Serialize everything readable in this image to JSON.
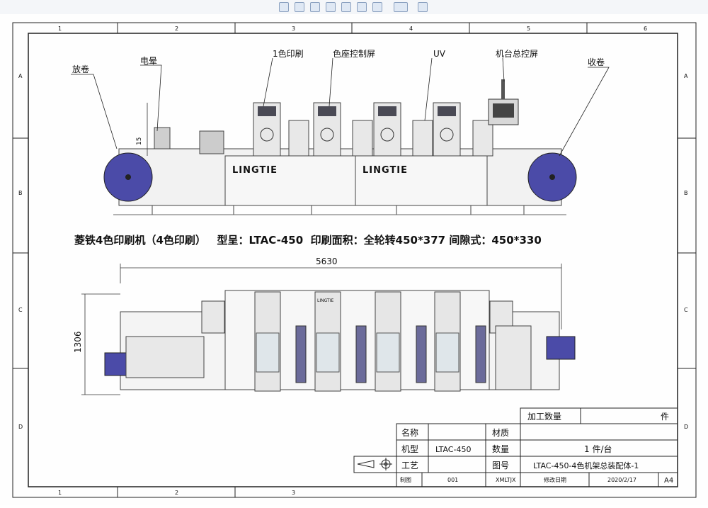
{
  "toolbar": {
    "icons": [
      "zoom-to-fit-icon",
      "zoom-area-icon",
      "previous-view-icon",
      "rotate-icon",
      "redo-icon",
      "view-settings-icon",
      "display-style-icon",
      "hide-show-icon",
      "section-view-icon"
    ]
  },
  "frame": {
    "columns_top": [
      "1",
      "2",
      "3",
      "4",
      "5",
      "6"
    ],
    "columns_bottom": [
      "1",
      "2",
      "3"
    ],
    "rows_left": [
      "A",
      "B",
      "C",
      "D"
    ],
    "rows_right": [
      "A",
      "B",
      "C",
      "D"
    ]
  },
  "callouts": {
    "unwind": "放卷",
    "corona": "电晕",
    "print_unit_1": "1色印刷",
    "color_control_screen": "色座控制屏",
    "uv": "UV",
    "main_control_screen": "机台总控屏",
    "rewind": "收卷"
  },
  "machine": {
    "brand_left": "LINGTIE",
    "brand_right": "LINGTIE",
    "dim_small": "15",
    "brand_top_small": "LINGTIE"
  },
  "description": "菱铁4色印刷机（4色印刷）   型呈：LTAC-450  印刷面积：全轮转450*377 间隙式：450*330",
  "dimensions": {
    "length": "5630",
    "width": "1306"
  },
  "title_block": {
    "qty_label": "加工数量",
    "qty_unit": "件",
    "name_label": "名称",
    "name_value": "",
    "material_label": "材质",
    "material_value": "",
    "model_label": "机型",
    "model_value": "LTAC-450",
    "count_label": "数量",
    "count_value": "1 件/台",
    "process_label": "工艺",
    "drawing_no_label": "图号",
    "drawing_no_value": "LTAC-450-4色机架总装配体-1",
    "drawn_label": "制图",
    "drawn_value": "001",
    "designer": "XMLTJX",
    "modified_label": "修改日期",
    "modified_value": "2020/2/17",
    "sheet_size": "A4"
  },
  "colors": {
    "roll": "#4b4ba8",
    "frame": "#222222",
    "machine_body": "#f0f0f0",
    "toolbar_bg": "#f4f6f9"
  }
}
